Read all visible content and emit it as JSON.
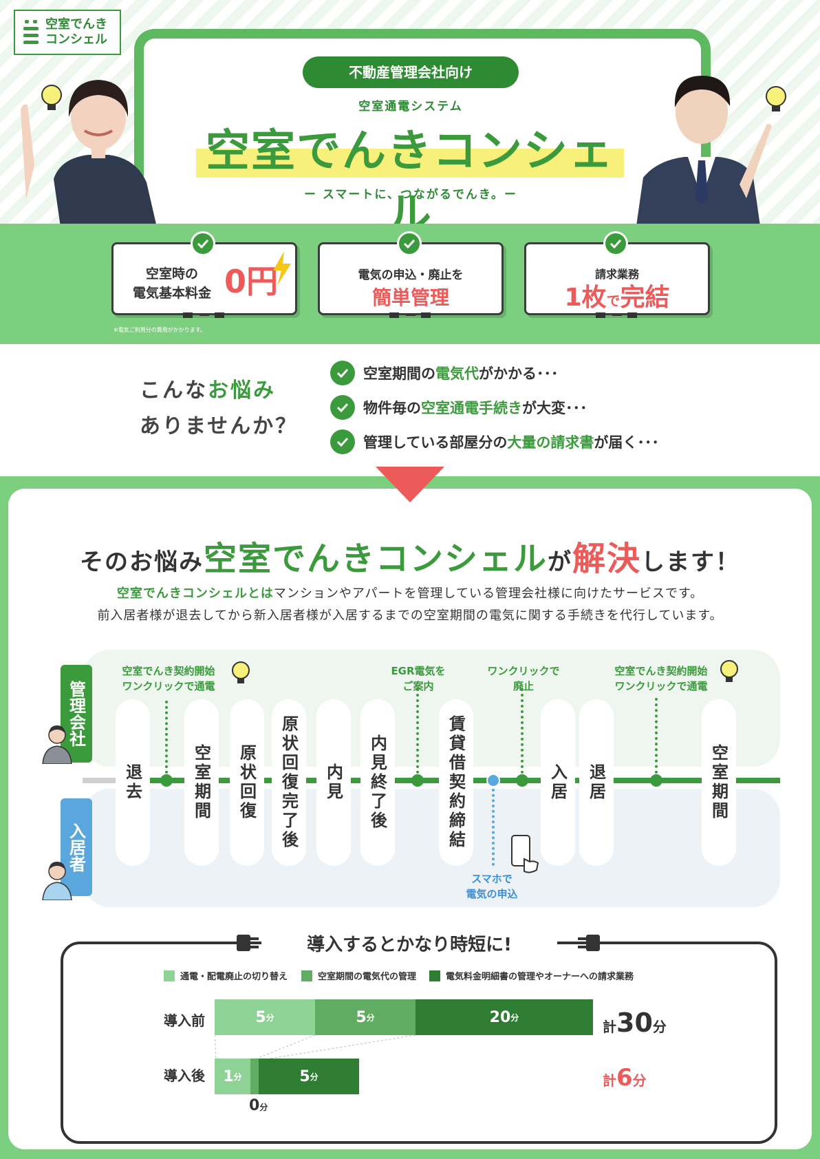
{
  "brand": {
    "logo_line1": "空室でんき",
    "logo_line2": "コンシェル"
  },
  "hero": {
    "badge": "不動産管理会社向け",
    "subtitle": "空室通電システム",
    "title": "空室でんきコンシェル",
    "tagline": "ー スマートに、つながるでんき。ー"
  },
  "features": [
    {
      "line1": "空室時の",
      "line2": "電気基本料金",
      "value": "0円"
    },
    {
      "line1": "電気の申込・廃止を",
      "value": "簡単管理"
    },
    {
      "line1": "請求業務",
      "value_a": "1枚",
      "value_b": "で",
      "value_c": "完結"
    }
  ],
  "features_note": "※電気ご利用分の費用がかかります。",
  "worries": {
    "question_a": "こんな",
    "question_b": "お悩み",
    "question_c": "ありませんか？",
    "items": [
      {
        "a": "空室期間の",
        "b": "電気代",
        "c": "がかかる･･･"
      },
      {
        "a": "物件毎の",
        "b": "空室通電手続き",
        "c": "が大変･･･"
      },
      {
        "a": "管理している部屋分の",
        "b": "大量の請求書",
        "c": "が届く･･･"
      }
    ]
  },
  "solution": {
    "title_a": "そのお悩み",
    "title_b": "空室でんきコンシェル",
    "title_c": "が",
    "title_d": "解決",
    "title_e": "します！",
    "desc1_a": "空室でんきコンシェルとは",
    "desc1_b": "マンションやアパートを管理している管理会社様に向けたサービスです。",
    "desc2": "前入居者様が退去してから新入居者様が入居するまでの空室期間の電気に関する手続きを代行しています。"
  },
  "timeline": {
    "role_top": "管理会社",
    "role_bottom": "入居者",
    "steps": [
      "退去",
      "空室期間",
      "原状回復",
      "原状回復完了後",
      "内見",
      "内見終了後",
      "賃貸借契約締結",
      "入居",
      "退居",
      "空室期間"
    ],
    "notes": {
      "n1_a": "空室でんき契約開始",
      "n1_b": "ワンクリックで通電",
      "n2_a": "EGR電気を",
      "n2_b": "ご案内",
      "n3_a": "ワンクリックで",
      "n3_b": "廃止",
      "n4_a": "空室でんき契約開始",
      "n4_b": "ワンクリックで通電",
      "n5_a": "スマホで",
      "n5_b": "電気の申込"
    }
  },
  "comparison": {
    "title": "導入するとかなり時短に!",
    "legend": [
      "通電・配電廃止の切り替え",
      "空室期間の電気代の管理",
      "電気料金明細書の管理やオーナーへの請求業務"
    ],
    "before_label": "導入前",
    "after_label": "導入後",
    "before_segments": [
      {
        "num": "5",
        "unit": "分"
      },
      {
        "num": "5",
        "unit": "分"
      },
      {
        "num": "20",
        "unit": "分"
      }
    ],
    "after_segments": [
      {
        "num": "1",
        "unit": "分"
      },
      {
        "num": "0",
        "unit": "分"
      },
      {
        "num": "5",
        "unit": "分"
      }
    ],
    "before_total_prefix": "計",
    "before_total_value": "30",
    "before_total_unit": "分",
    "after_total_prefix": "計",
    "after_total_value": "6",
    "after_total_unit": "分"
  },
  "colors": {
    "brand_green": "#3a9a3c",
    "light_green": "#7dcf80",
    "accent_red": "#ec5a5a",
    "accent_blue": "#5aa7de",
    "highlight_yellow": "#f7f07a"
  }
}
